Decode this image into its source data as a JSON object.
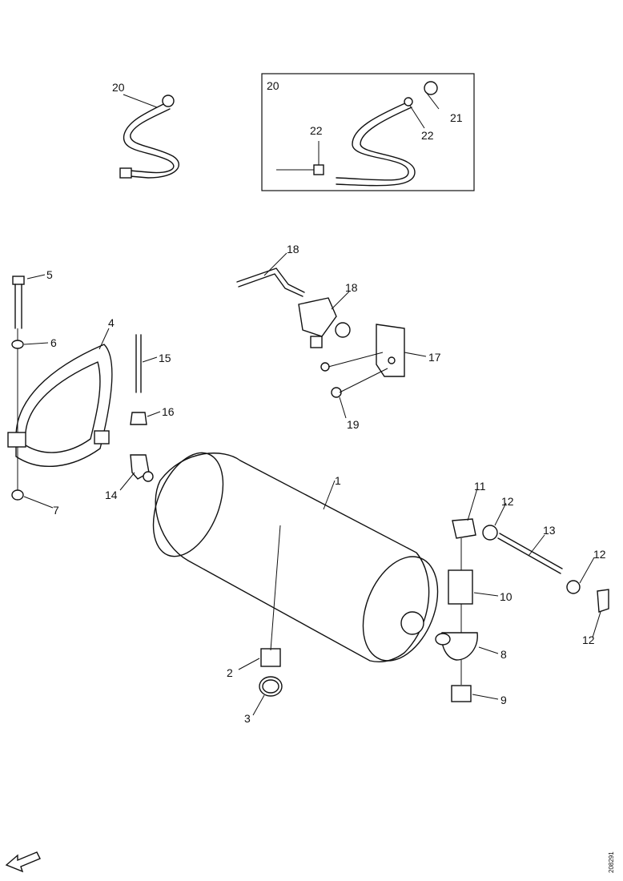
{
  "diagram": {
    "inset_label": "20",
    "callouts": {
      "c20_hose": "20",
      "c20_inset": "20",
      "c21": "21",
      "c22_right": "22",
      "c22_left": "22",
      "c5": "5",
      "c6": "6",
      "c4": "4",
      "c7": "7",
      "c15": "15",
      "c16": "16",
      "c14": "14",
      "c18_pipe": "18",
      "c18_valve": "18",
      "c17": "17",
      "c19": "19",
      "c1": "1",
      "c11": "11",
      "c12_top": "12",
      "c12_mid": "12",
      "c12_bottom": "12",
      "c13": "13",
      "c10": "10",
      "c8": "8",
      "c9": "9",
      "c2": "2",
      "c3": "3"
    },
    "doc_ref": "208291",
    "icons": [
      "front-direction-arrow-icon"
    ]
  }
}
